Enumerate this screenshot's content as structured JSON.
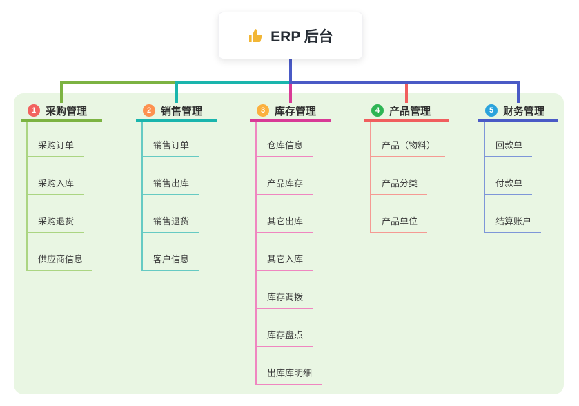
{
  "canvas": {
    "background_color": "#ffffff",
    "panel_background_color": "#e9f6e3"
  },
  "root": {
    "label": "ERP 后台",
    "icon": "thumbs-up-icon",
    "icon_color": "#f2b636"
  },
  "connectors": {
    "root_line_color": "#4a5ac6"
  },
  "branches": [
    {
      "index": "1",
      "label": "采购管理",
      "badge_color": "#f2635f",
      "line_color": "#7cb342",
      "child_line_color": "#abd582",
      "children": [
        "采购订单",
        "采购入库",
        "采购退货",
        "供应商信息"
      ]
    },
    {
      "index": "2",
      "label": "销售管理",
      "badge_color": "#fd9150",
      "line_color": "#1ab5ad",
      "child_line_color": "#66cac3",
      "children": [
        "销售订单",
        "销售出库",
        "销售退货",
        "客户信息"
      ]
    },
    {
      "index": "3",
      "label": "库存管理",
      "badge_color": "#fbb03f",
      "line_color": "#d83a96",
      "child_line_color": "#ef86c0",
      "children": [
        "仓库信息",
        "产品库存",
        "其它出库",
        "其它入库",
        "库存调拨",
        "库存盘点",
        "出库库明细"
      ]
    },
    {
      "index": "4",
      "label": "产品管理",
      "badge_color": "#2eb554",
      "line_color": "#f05e5e",
      "child_line_color": "#f59a93",
      "children": [
        "产品（物料）",
        "产品分类",
        "产品单位"
      ]
    },
    {
      "index": "5",
      "label": "财务管理",
      "badge_color": "#2ba3dc",
      "line_color": "#4a5ac6",
      "child_line_color": "#7e96d8",
      "children": [
        "回款单",
        "付款单",
        "结算账户"
      ]
    }
  ]
}
